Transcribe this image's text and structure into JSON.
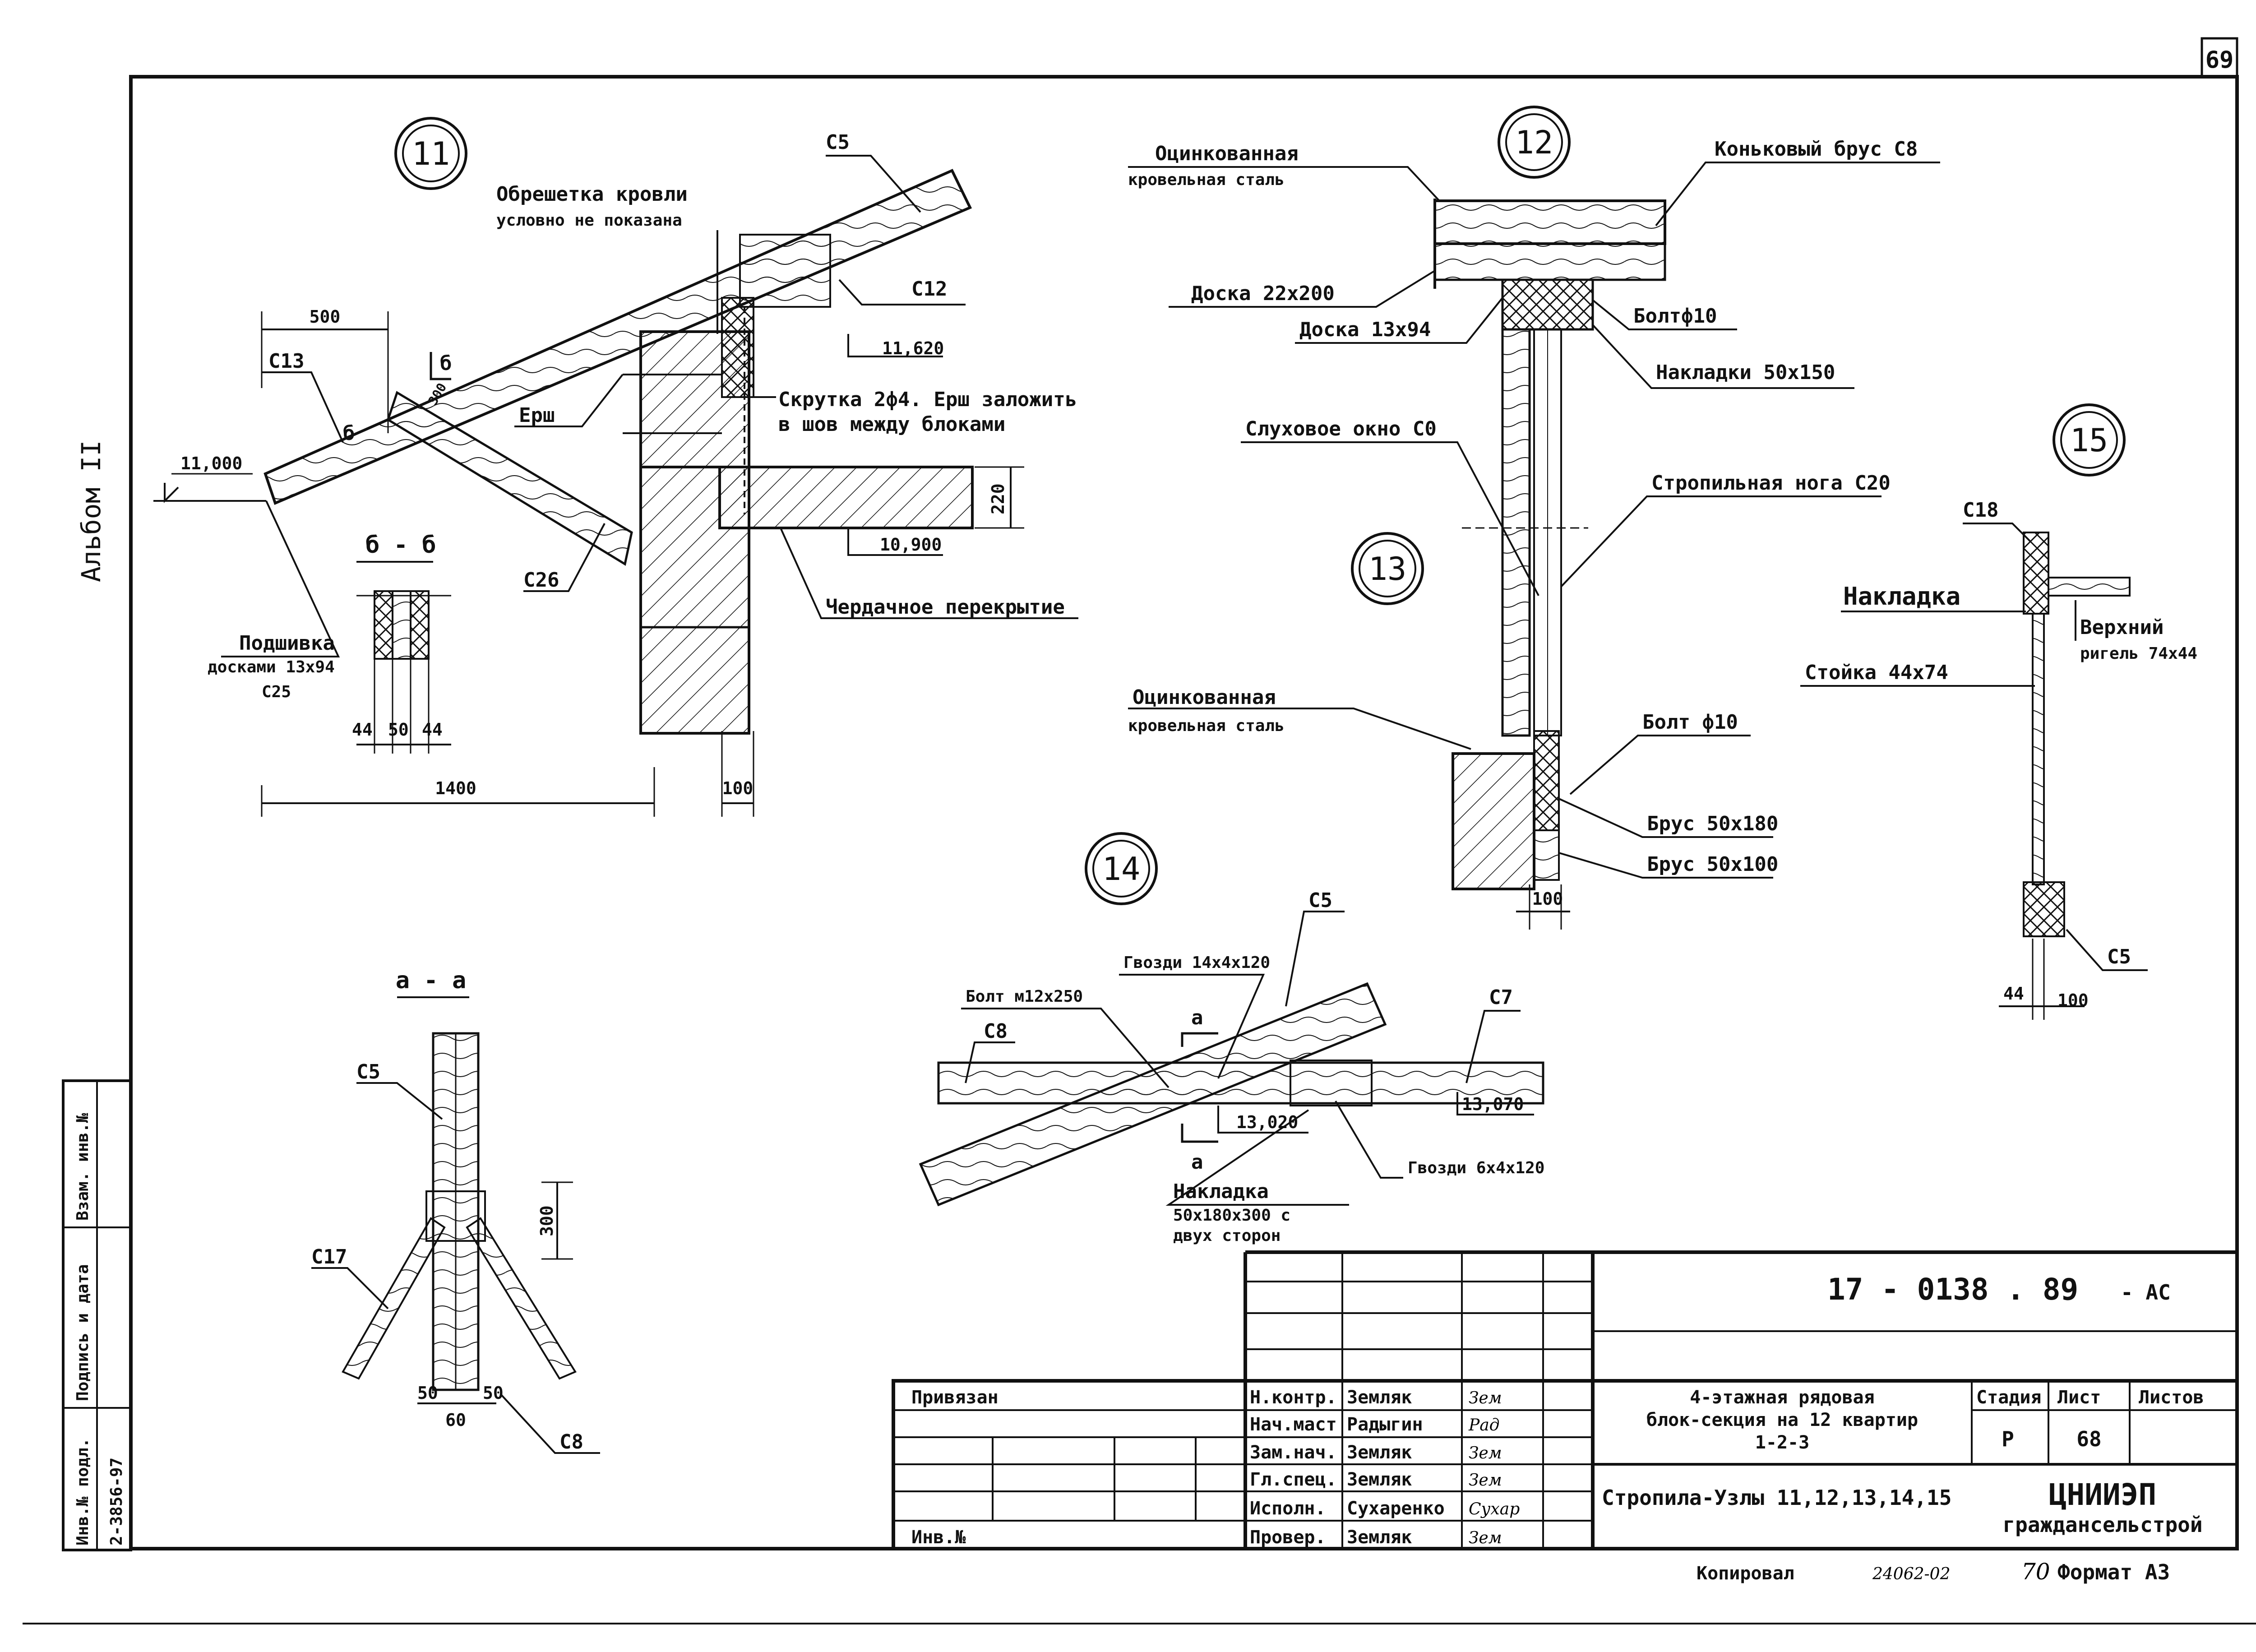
{
  "sheet": {
    "number": "69",
    "album": "Альбом II"
  },
  "node11": {
    "num": "11",
    "l_sheathing": [
      "Обрешетка кровли",
      "условно не показана"
    ],
    "l_c5": "С5",
    "l_c12": "С12",
    "l_c13": "С13",
    "l_c26": "С26",
    "l_ersh": "Ерш",
    "l_twist": [
      "Скрутка 2ф4. Ерш заложить",
      "в шов между блоками"
    ],
    "l_attic": "Чердачное перекрытие",
    "l_soffit": [
      "Подшивка",
      "досками 13х94",
      "С25"
    ],
    "d_500": "500",
    "d_1400": "1400",
    "d_100": "100",
    "d_220": "220",
    "d_300": "300",
    "el_11000": "11,000",
    "el_11620": "11,620",
    "el_10900": "10,900",
    "sec_b_mark": "б",
    "sec_b": "б - б",
    "d_44a": "44",
    "d_50": "50",
    "d_44b": "44"
  },
  "secA": {
    "title": "a - a",
    "l_c5": "С5",
    "l_c17": "С17",
    "l_c8": "С8",
    "d_300": "300",
    "d_50a": "50",
    "d_50b": "50",
    "d_60": "60"
  },
  "node12": {
    "num": "12",
    "l_steel": [
      "Оцинкованная",
      "кровельная сталь"
    ],
    "l_ridge": "Коньковый брус С8",
    "l_board1": "Доска 22х200",
    "l_board2": "Доска 13х94",
    "l_bolt": "Болтф10",
    "l_plates": "Накладки 50х150",
    "l_window": "Слуховое окно С0",
    "l_rafter": "Стропильная нога С20"
  },
  "node13": {
    "num": "13",
    "l_steel": [
      "Оцинкованная",
      "кровельная сталь"
    ],
    "l_bolt": "Болт ф10",
    "l_beam1": "Брус 50х180",
    "l_beam2": "Брус 50х100",
    "d_100": "100"
  },
  "node14": {
    "num": "14",
    "l_c5": "С5",
    "l_c7": "С7",
    "l_c8": "С8",
    "l_bolt": "Болт м12х250",
    "l_nails1": "Гвозди 14х4х120",
    "l_nails2": "Гвозди 6х4х120",
    "l_plate": [
      "Накладка",
      "50х180х300 с",
      "двух сторон"
    ],
    "sec_mark": "а",
    "el_13070": "13,070",
    "el_13020": "13,020"
  },
  "node15": {
    "num": "15",
    "l_c18": "С18",
    "l_plate": "Накладка",
    "l_rail": [
      "Верхний",
      "ригель 74х44"
    ],
    "l_post": "Стойка 44х74",
    "l_c5": "С5",
    "d_44": "44",
    "d_100": "100"
  },
  "stamp": {
    "side": [
      "Инв.№ подл.",
      "Подпись и дата",
      "Взам. инв.№"
    ],
    "inv_no": "2-3856-97",
    "code": "17 - 0138 . 89",
    "code_suffix": "- АС",
    "tied": "Привязан",
    "inv": "Инв.№",
    "roles": [
      "Н.контр.",
      "Нач.маст",
      "Зам.нач.",
      "Гл.спец.",
      "Исполн.",
      "Провер."
    ],
    "names": [
      "Земляк",
      "Радыгин",
      "Земляк",
      "Земляк",
      "Сухаренко",
      "Земляк"
    ],
    "signs": [
      "Зем",
      "Рад",
      "Зем",
      "Зем",
      "Сухар",
      "Зем"
    ],
    "project": [
      "4-этажная рядовая",
      "блок-секция на 12 квартир",
      "1-2-3"
    ],
    "subject": "Стропила-Узлы 11,12,13,14,15",
    "h_stage": "Стадия",
    "h_sheet": "Лист",
    "h_sheets": "Листов",
    "stage": "Р",
    "sheet_no": "68",
    "org": [
      "ЦНИИЭП",
      "граждансельстрой"
    ],
    "copy": "Копировал",
    "copy_no": "24062-02",
    "fmt_no": "70",
    "fmt": "Формат А3"
  }
}
